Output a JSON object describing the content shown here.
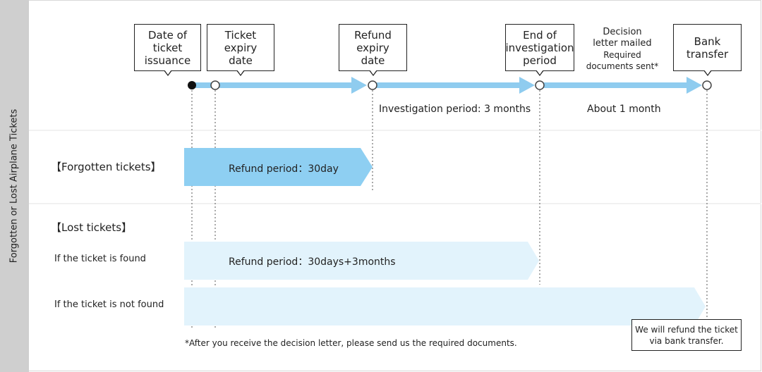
{
  "sidebar": {
    "title": "Forgotten or Lost Airplane Tickets"
  },
  "timeline": {
    "milestones": [
      {
        "label": "Date of\nticket\nissuance"
      },
      {
        "label": "Ticket\nexpiry\ndate"
      },
      {
        "label": "Refund\nexpiry\ndate"
      },
      {
        "label": "End of\ninvestigation\nperiod"
      },
      {
        "label": "Bank\ntransfer"
      }
    ],
    "decision": {
      "title": "Decision\nletter mailed",
      "sub": "Required\ndocuments sent*"
    },
    "periods": {
      "investigation": "Investigation period: 3 months",
      "about": "About 1 month"
    }
  },
  "forgotten": {
    "title": "【Forgotten tickets】",
    "bar_text": "Refund period：30day"
  },
  "lost": {
    "title": "【Lost tickets】",
    "rows": [
      {
        "label": "If the ticket is found",
        "bar_text": "Refund period：30days+3months"
      },
      {
        "label": "If the ticket is not found",
        "bar_text": ""
      }
    ]
  },
  "footnote": "*After you receive the decision letter, please send us the required documents.",
  "refund_note": "We will refund the ticket\nvia bank transfer.",
  "colors": {
    "timeline_blue": "#8fccef",
    "bar_blue": "#8ecff2",
    "bar_light": "#e2f3fc",
    "sidebar_gray": "#cfcfcf"
  }
}
